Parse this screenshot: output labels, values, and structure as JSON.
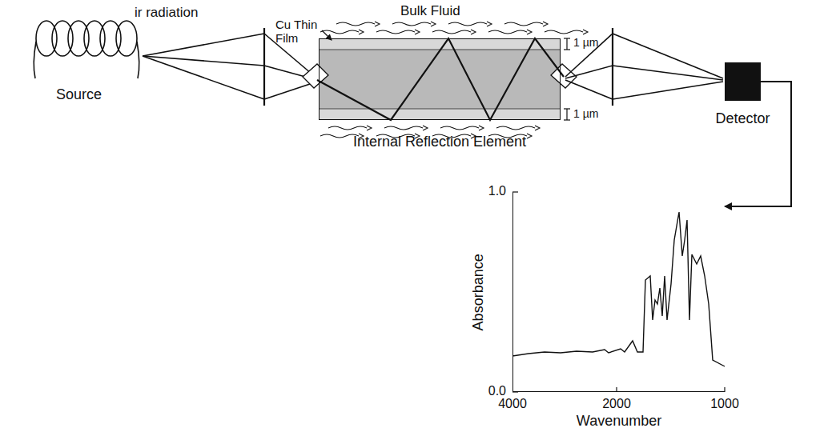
{
  "diagram": {
    "nodes": [
      {
        "text": [
          "Internal Reflection Element"
        ]
      },
      {
        "text": [
          "Detector"
        ]
      },
      {
        "text": [
          "Absorbance",
          "Wavenumber"
        ]
      }
    ],
    "edges": [
      {
        "from": 1,
        "to": 2,
        "arrow": "to"
      }
    ],
    "labels": [
      "ir radiation",
      "Cu Thin Film",
      "Bulk Fluid",
      "1 µm",
      "1 µm",
      "Source",
      "1.0",
      "0.0",
      "4000",
      "2000",
      "1000"
    ]
  }
}
